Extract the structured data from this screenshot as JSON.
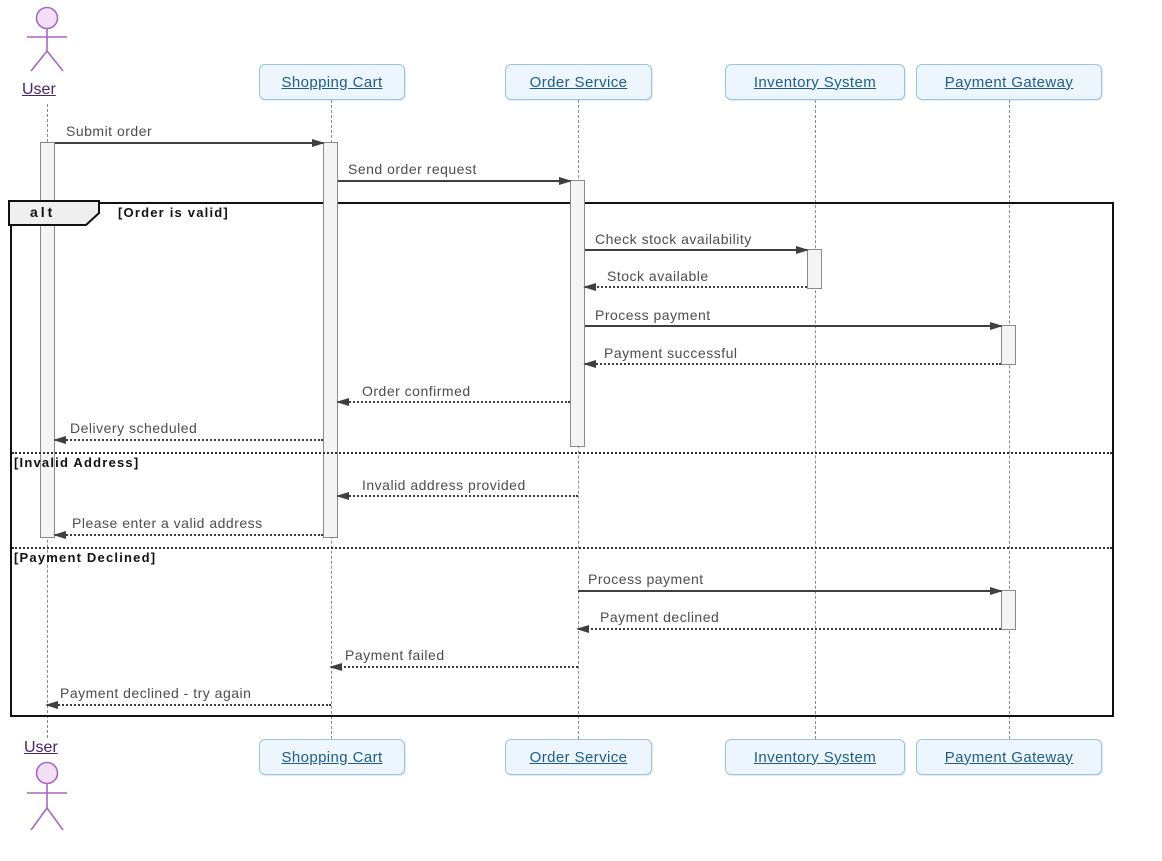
{
  "actor": {
    "name": "User"
  },
  "participants": [
    {
      "label": "Shopping Cart"
    },
    {
      "label": "Order Service"
    },
    {
      "label": "Inventory System"
    },
    {
      "label": "Payment Gateway"
    }
  ],
  "fragment": {
    "operator": "alt",
    "guards": [
      "[Order is valid]",
      "[Invalid Address]",
      "[Payment Declined]"
    ]
  },
  "messages": [
    {
      "label": "Submit order",
      "from": "User",
      "to": "Shopping Cart",
      "line": "solid"
    },
    {
      "label": "Send order request",
      "from": "Shopping Cart",
      "to": "Order Service",
      "line": "solid"
    },
    {
      "label": "Check stock availability",
      "from": "Order Service",
      "to": "Inventory System",
      "line": "solid"
    },
    {
      "label": "Stock available",
      "from": "Inventory System",
      "to": "Order Service",
      "line": "dotted"
    },
    {
      "label": "Process payment",
      "from": "Order Service",
      "to": "Payment Gateway",
      "line": "solid"
    },
    {
      "label": "Payment successful",
      "from": "Payment Gateway",
      "to": "Order Service",
      "line": "dotted"
    },
    {
      "label": "Order confirmed",
      "from": "Order Service",
      "to": "Shopping Cart",
      "line": "dotted"
    },
    {
      "label": "Delivery scheduled",
      "from": "Shopping Cart",
      "to": "User",
      "line": "dotted"
    },
    {
      "label": "Invalid address provided",
      "from": "Order Service",
      "to": "Shopping Cart",
      "line": "dotted"
    },
    {
      "label": "Please enter a valid address",
      "from": "Shopping Cart",
      "to": "User",
      "line": "dotted"
    },
    {
      "label": "Process payment",
      "from": "Order Service",
      "to": "Payment Gateway",
      "line": "solid"
    },
    {
      "label": "Payment declined",
      "from": "Payment Gateway",
      "to": "Order Service",
      "line": "dotted"
    },
    {
      "label": "Payment failed",
      "from": "Order Service",
      "to": "Shopping Cart",
      "line": "dotted"
    },
    {
      "label": "Payment declined - try again",
      "from": "Shopping Cart",
      "to": "User",
      "line": "dotted"
    }
  ],
  "colors": {
    "participant_fill": "#EDF6FC",
    "participant_border": "#9CC3E1",
    "participant_text": "#1F5C8B",
    "actor_stroke": "#A569BD",
    "actor_head_fill": "#F3E0F8",
    "actor_text": "#4A226E",
    "message_text": "#4D4D4D",
    "arrow": "#3F3F3F",
    "lifeline": "#8C8C8C",
    "activation_fill": "#F4F4F4",
    "activation_border": "#8A8A8A",
    "frame_border": "#111111",
    "fragment_fill": "#EFEFEF"
  }
}
